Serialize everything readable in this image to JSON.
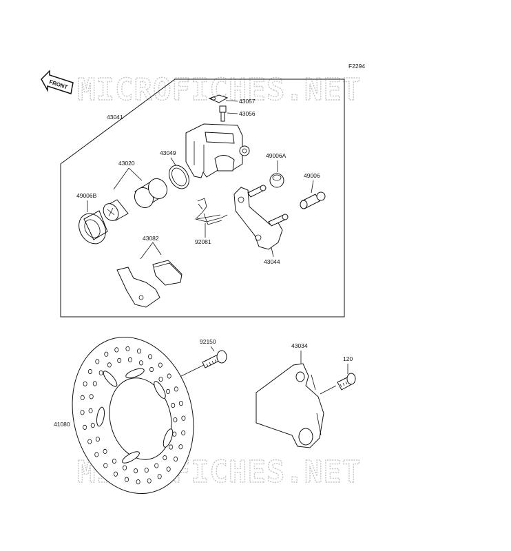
{
  "diagram_code": "F2294",
  "watermark_text": "MICROFICHES.NET",
  "front_arrow_text": "FRONT",
  "part_labels": {
    "p43057": "43057",
    "p43056": "43056",
    "p43041": "43041",
    "p43049": "43049",
    "p43020": "43020",
    "p49006A": "49006A",
    "p49006": "49006",
    "p49006B": "49006B",
    "p92081": "92081",
    "p43082": "43082",
    "p43044": "43044",
    "p92150": "92150",
    "p43034": "43034",
    "p120": "120",
    "p41080": "41080"
  },
  "colors": {
    "line": "#111111",
    "watermark": "#c4c4c4",
    "background": "#ffffff"
  }
}
